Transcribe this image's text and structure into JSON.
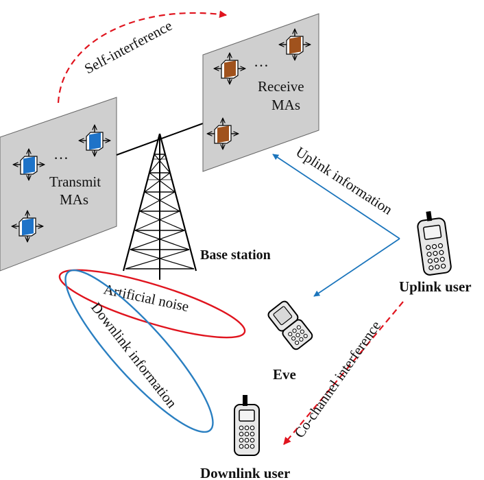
{
  "labels": {
    "self_interference": "Self-interference",
    "receive_line1": "Receive",
    "receive_line2": "MAs",
    "transmit_line1": "Transmit",
    "transmit_line2": "MAs",
    "ellipsis": "…",
    "base_station": "Base station",
    "uplink_information": "Uplink information",
    "uplink_user": "Uplink user",
    "artificial_noise": "Artificial noise",
    "downlink_information": "Downlink information",
    "eve": "Eve",
    "co_channel_interference": "Co-channel interference",
    "downlink_user": "Downlink user"
  },
  "colors": {
    "panel_fill": "#cfcfcf",
    "transmit_antenna": "#1e73c8",
    "receive_antenna": "#a0521d",
    "red_arrow": "#e0141e",
    "blue_arrow": "#1b75bc",
    "noise_ellipse": "#e0141e",
    "downlink_ellipse": "#2a7fc1"
  }
}
